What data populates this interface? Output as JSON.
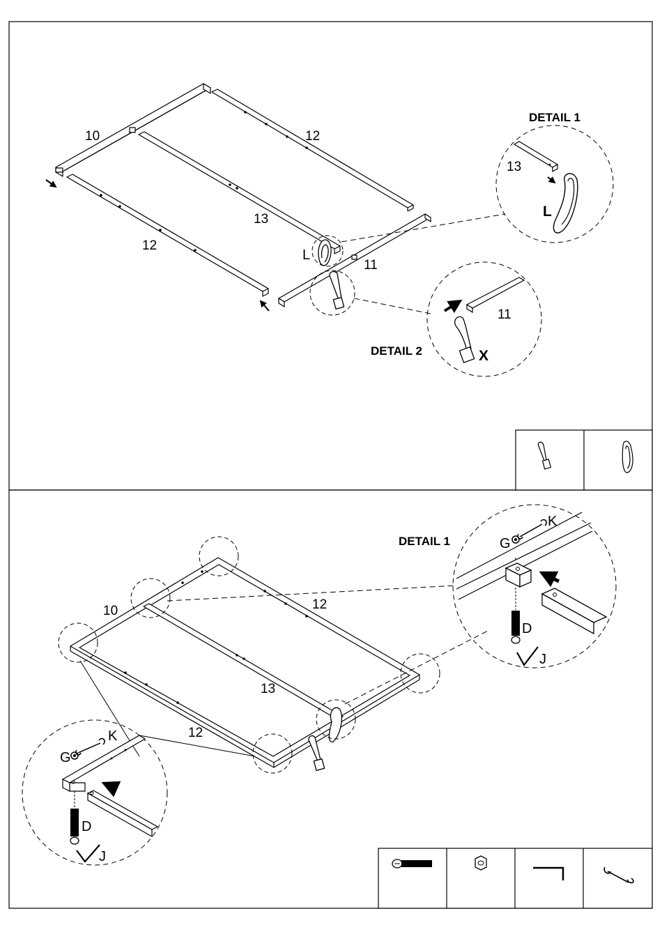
{
  "top_step": {
    "part_labels": {
      "bar_10": "10",
      "bar_12_back": "12",
      "bar_12_front": "12",
      "bar_13": "13",
      "bar_11": "11",
      "strap_L": "L"
    },
    "detail_1": {
      "title": "DETAIL 1",
      "part_13": "13",
      "part_L": "L"
    },
    "detail_2": {
      "title": "DETAIL 2",
      "part_11": "11",
      "part_X": "X"
    },
    "hardware_icons": [
      "buckle-strap-icon",
      "loop-strap-icon"
    ]
  },
  "bottom_step": {
    "part_labels": {
      "bar_10": "10",
      "bar_12_back": "12",
      "bar_13": "13",
      "bar_12_front": "12"
    },
    "detail_1": {
      "title": "DETAIL 1",
      "part_K": "K",
      "part_G": "G",
      "part_D": "D",
      "part_J": "J"
    },
    "detail_left": {
      "part_K": "K",
      "part_G": "G",
      "part_D": "D",
      "part_J": "J"
    },
    "hardware_icons": [
      "bolt-icon",
      "nut-icon",
      "allen-key-icon",
      "wrench-icon"
    ]
  }
}
